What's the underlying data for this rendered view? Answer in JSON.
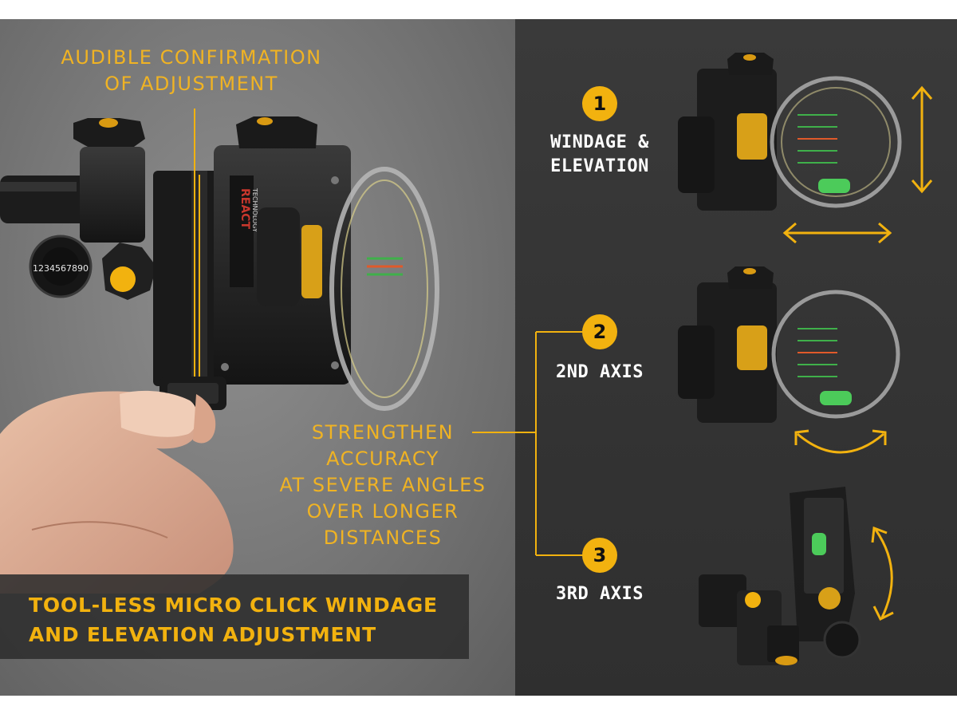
{
  "callouts": {
    "audible": [
      "AUDIBLE CONFIRMATION",
      "OF ADJUSTMENT"
    ],
    "strengthen": [
      "STRENGTHEN",
      "ACCURACY",
      "AT SEVERE ANGLES",
      "OVER LONGER",
      "DISTANCES"
    ]
  },
  "banner": {
    "lines": [
      "TOOL-LESS MICRO CLICK WINDAGE",
      "AND ELEVATION ADJUSTMENT"
    ]
  },
  "product": {
    "brand_lines": [
      "REACT",
      "TECHNOLOGY"
    ],
    "dial_digits": "1234567890"
  },
  "steps": [
    {
      "number": "1",
      "label_lines": [
        "WINDAGE &",
        "ELEVATION"
      ]
    },
    {
      "number": "2",
      "label_lines": [
        "2ND AXIS"
      ]
    },
    {
      "number": "3",
      "label_lines": [
        "3RD AXIS"
      ]
    }
  ],
  "colors": {
    "accent": "#f2b20f",
    "callout_text": "#f0b323",
    "left_background": "#7a7a7a",
    "right_background": "#343434",
    "banner_background": "#2d2d2d",
    "label_text": "#ffffff"
  },
  "icons": [
    "elk-logo-icon",
    "vertical-arrow-icon",
    "horizontal-arrow-icon",
    "curved-arrow-icon",
    "sight-pin-icon",
    "bubble-level-icon"
  ]
}
